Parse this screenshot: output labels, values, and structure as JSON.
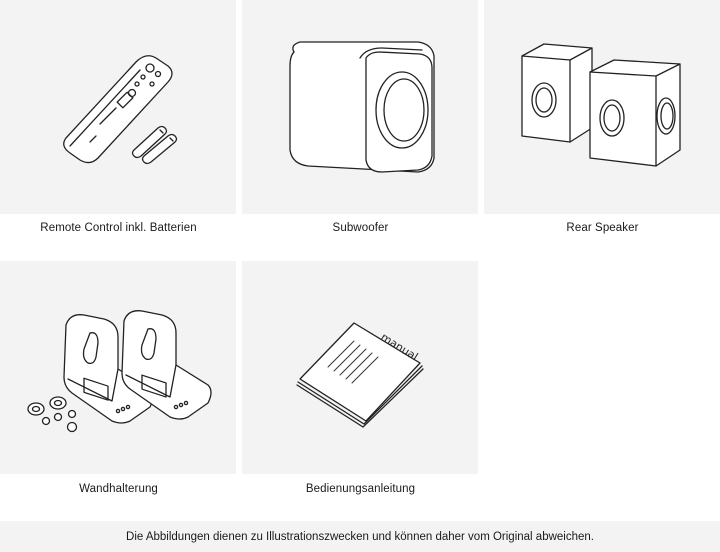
{
  "items": [
    {
      "label": "Remote Control  inkl. Batterien",
      "icon": "remote-control-icon"
    },
    {
      "label": "Subwoofer",
      "icon": "subwoofer-icon"
    },
    {
      "label": "Rear Speaker",
      "icon": "rear-speaker-icon"
    },
    {
      "label": "Wandhalterung",
      "icon": "wall-bracket-icon"
    },
    {
      "label": "Bedienungsanleitung",
      "icon": "manual-icon"
    }
  ],
  "manual_cover_text": "manual",
  "disclaimer": "Die Abbildungen dienen zu Illustrationszwecken und können daher vom Original abweichen."
}
